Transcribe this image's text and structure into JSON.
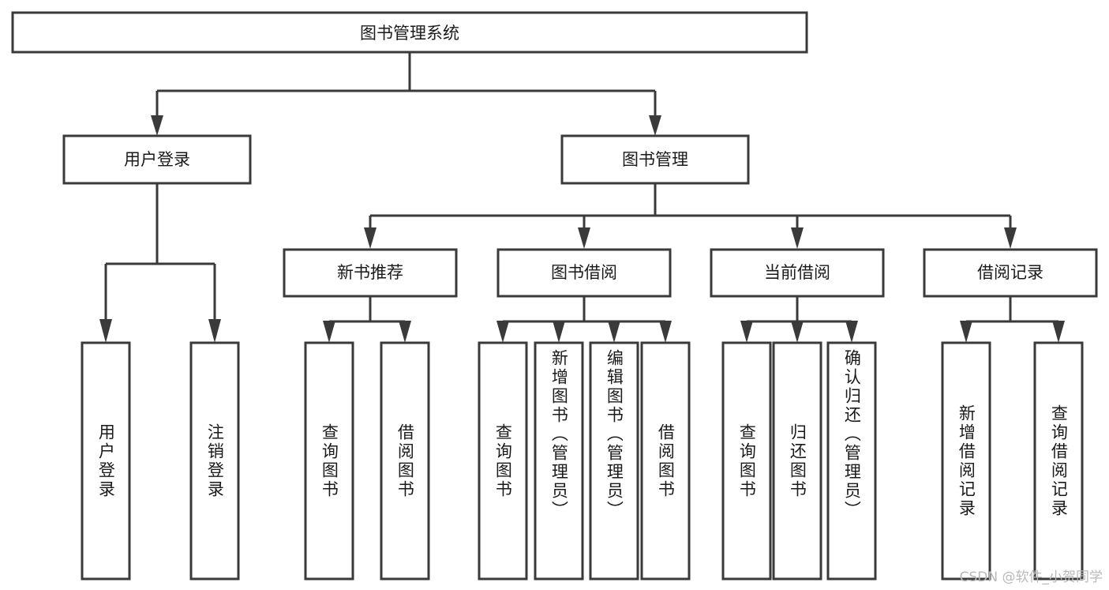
{
  "diagram": {
    "type": "tree-hierarchy",
    "title": "图书管理系统",
    "root": {
      "id": "root",
      "label": "图书管理系统",
      "level": 1
    },
    "level2": [
      {
        "id": "user-login",
        "label": "用户登录",
        "level": 2
      },
      {
        "id": "book-management",
        "label": "图书管理",
        "level": 2
      }
    ],
    "level3": [
      {
        "id": "new-book-recommend",
        "label": "新书推荐",
        "level": 3,
        "parent": "book-management"
      },
      {
        "id": "book-borrow",
        "label": "图书借阅",
        "level": 3,
        "parent": "book-management"
      },
      {
        "id": "current-borrow",
        "label": "当前借阅",
        "level": 3,
        "parent": "book-management"
      },
      {
        "id": "borrow-record",
        "label": "借阅记录",
        "level": 3,
        "parent": "book-management"
      }
    ],
    "leaves": [
      {
        "id": "leaf-user-login",
        "label": "用户登录",
        "parent": "user-login"
      },
      {
        "id": "leaf-logout",
        "label": "注销登录",
        "parent": "user-login"
      },
      {
        "id": "leaf-query-book-1",
        "label": "查询图书",
        "parent": "new-book-recommend"
      },
      {
        "id": "leaf-borrow-book-1",
        "label": "借阅图书",
        "parent": "new-book-recommend"
      },
      {
        "id": "leaf-query-book-2",
        "label": "查询图书",
        "parent": "book-borrow"
      },
      {
        "id": "leaf-add-book",
        "label": "新增图书（管理员）",
        "parent": "book-borrow"
      },
      {
        "id": "leaf-edit-book",
        "label": "编辑图书（管理员）",
        "parent": "book-borrow"
      },
      {
        "id": "leaf-borrow-book-2",
        "label": "借阅图书",
        "parent": "book-borrow"
      },
      {
        "id": "leaf-query-book-3",
        "label": "查询图书",
        "parent": "current-borrow"
      },
      {
        "id": "leaf-return-book",
        "label": "归还图书",
        "parent": "current-borrow"
      },
      {
        "id": "leaf-confirm-return",
        "label": "确认归还（管理员）",
        "parent": "current-borrow"
      },
      {
        "id": "leaf-add-record",
        "label": "新增借阅记录",
        "parent": "borrow-record"
      },
      {
        "id": "leaf-query-record",
        "label": "查询借阅记录",
        "parent": "borrow-record"
      }
    ],
    "colors": {
      "stroke": "#3a3a3a",
      "fill": "#ffffff",
      "text": "#1a1a1a",
      "background": "#ffffff",
      "watermark": "#b9b9b9"
    }
  },
  "watermark": {
    "text": "CSDN @软件_小贺同学"
  }
}
